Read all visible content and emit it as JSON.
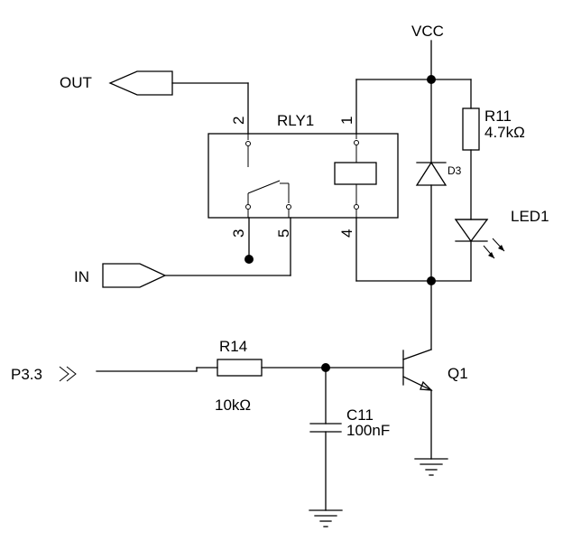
{
  "net_labels": {
    "vcc": "VCC",
    "out": "OUT",
    "in": "IN",
    "p33": "P3.3"
  },
  "relay": {
    "ref": "RLY1",
    "pins": {
      "p1": "1",
      "p2": "2",
      "p3": "3",
      "p4": "4",
      "p5": "5"
    }
  },
  "components": {
    "r11": {
      "ref": "R11",
      "value": "4.7kΩ"
    },
    "d3": {
      "ref": "D3"
    },
    "led1": {
      "ref": "LED1"
    },
    "r14": {
      "ref": "R14",
      "value": "10kΩ"
    },
    "c11": {
      "ref": "C11",
      "value": "100nF"
    },
    "q1": {
      "ref": "Q1"
    }
  },
  "colors": {
    "ink": "#000000",
    "background": "#ffffff"
  }
}
